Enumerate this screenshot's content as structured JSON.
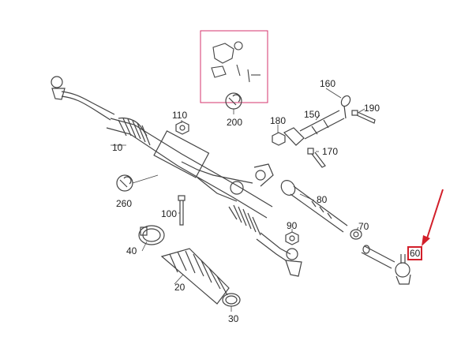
{
  "callouts": {
    "n10": "10",
    "n20": "20",
    "n30": "30",
    "n40": "40",
    "n60": "60",
    "n70": "70",
    "n80": "80",
    "n90": "90",
    "n100": "100",
    "n110": "110",
    "n150": "150",
    "n160": "160",
    "n170": "170",
    "n180": "180",
    "n190": "190",
    "n200": "200",
    "n260": "260"
  },
  "highlight": {
    "target": "60",
    "color": "#d21f2a"
  },
  "colors": {
    "line": "#444444",
    "accent": "#d6336c",
    "highlight": "#d21f2a"
  },
  "icons": [
    "wrench-icon",
    "wrench-icon"
  ]
}
